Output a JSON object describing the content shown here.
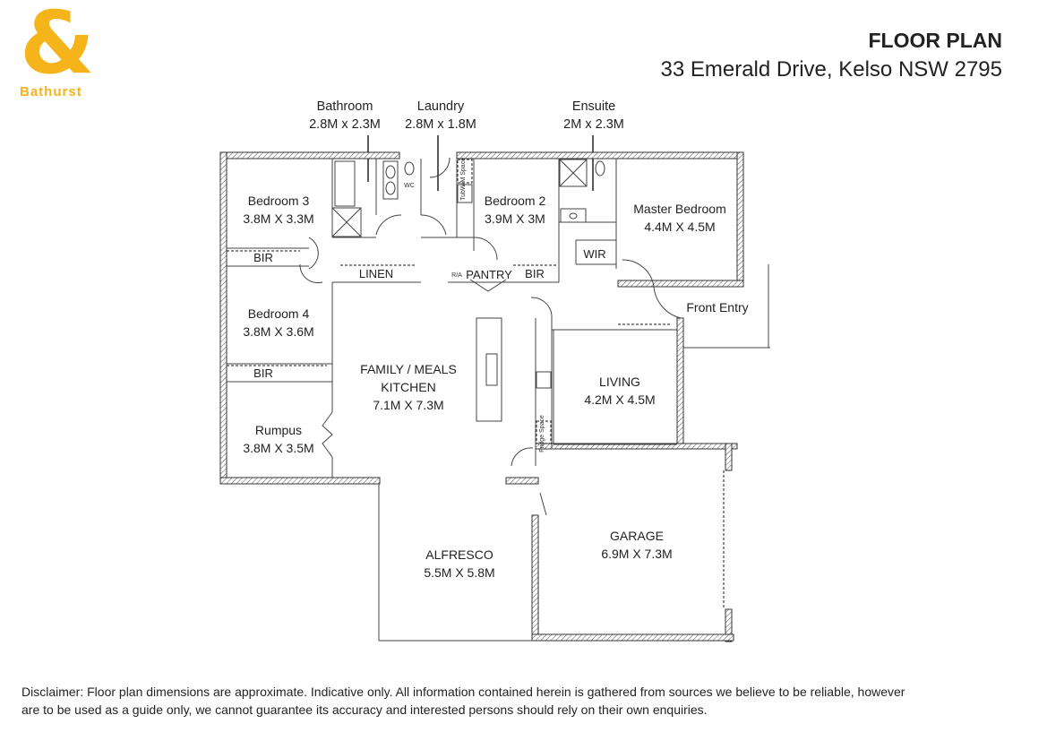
{
  "brand": {
    "logo_glyph": "&",
    "logo_text": "Bathurst",
    "color": "#f6b41b"
  },
  "header": {
    "title": "FLOOR PLAN",
    "address": "33 Emerald Drive, Kelso NSW 2795"
  },
  "callouts": [
    {
      "name": "Bathroom",
      "dims": "2.8M x 2.3M"
    },
    {
      "name": "Laundry",
      "dims": "2.8M x 1.8M"
    },
    {
      "name": "Ensuite",
      "dims": "2M x 2.3M"
    }
  ],
  "rooms": {
    "bedroom3": {
      "name": "Bedroom 3",
      "dims": "3.8M X 3.3M"
    },
    "bedroom2": {
      "name": "Bedroom 2",
      "dims": "3.9M X 3M"
    },
    "master": {
      "name": "Master Bedroom",
      "dims": "4.4M X 4.5M"
    },
    "bedroom4": {
      "name": "Bedroom 4",
      "dims": "3.8M X 3.6M"
    },
    "family": {
      "name1": "FAMILY / MEALS",
      "name2": "KITCHEN",
      "dims": "7.1M X 7.3M"
    },
    "rumpus": {
      "name": "Rumpus",
      "dims": "3.8M X 3.5M"
    },
    "living": {
      "name": "LIVING",
      "dims": "4.2M X 4.5M"
    },
    "alfresco": {
      "name": "ALFRESCO",
      "dims": "5.5M X 5.8M"
    },
    "garage": {
      "name": "GARAGE",
      "dims": "6.9M X 7.3M"
    }
  },
  "small_labels": {
    "bir1": "BIR",
    "bir2": "BIR",
    "bir3": "BIR",
    "linen": "LINEN",
    "pantry": "PANTRY",
    "ra": "R/A",
    "wir": "WIR",
    "front_entry": "Front Entry",
    "wc": "WC",
    "wm_space": "W/M Space",
    "tub": "Tub",
    "fridge_space": "Fridge Space"
  },
  "disclaimer": "Disclaimer: Floor plan dimensions are approximate. Indicative only. All information contained herein is gathered from sources we believe to be reliable, however are to be used as a guide only, we cannot guarantee its accuracy and interested persons should rely on their own enquiries."
}
